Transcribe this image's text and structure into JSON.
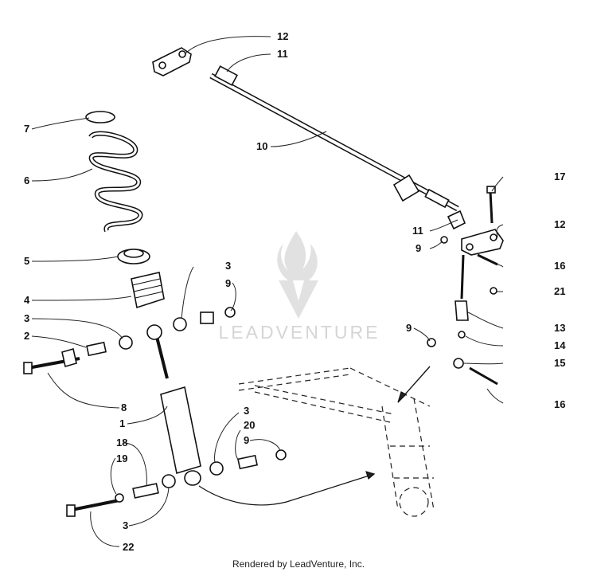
{
  "callouts": {
    "c12a": "12",
    "c11a": "11",
    "c10": "10",
    "c7": "7",
    "c6": "6",
    "c17": "17",
    "c12b": "12",
    "c11b": "11",
    "c9a": "9",
    "c16a": "16",
    "c5": "5",
    "c3a": "3",
    "c9b": "9",
    "c21": "21",
    "c4": "4",
    "c3b": "3",
    "c2": "2",
    "c13": "13",
    "c9c": "9",
    "c14": "14",
    "c15": "15",
    "c8": "8",
    "c16b": "16",
    "c1": "1",
    "c3c": "3",
    "c20": "20",
    "c18": "18",
    "c9d": "9",
    "c19": "19",
    "c3d": "3",
    "c22": "22"
  },
  "watermark": {
    "text": "LEADVENTURE"
  },
  "footer": {
    "credit": "Rendered by LeadVenture, Inc."
  }
}
